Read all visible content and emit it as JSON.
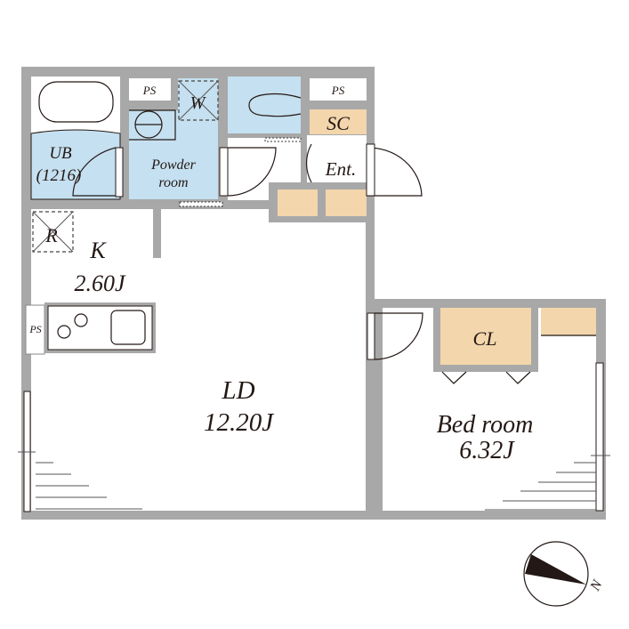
{
  "rooms": {
    "unit_bath": {
      "label": "UB",
      "size": "(1216)"
    },
    "ps_top_left": {
      "label": "PS"
    },
    "washer": {
      "label": "W"
    },
    "powder_room": {
      "line1": "Powder",
      "line2": "room"
    },
    "ps_top_right": {
      "label": "PS"
    },
    "shoe_cabinet": {
      "label": "SC"
    },
    "entrance": {
      "label": "Ent."
    },
    "refrigerator": {
      "label": "R"
    },
    "kitchen": {
      "label": "K",
      "size": "2.60J"
    },
    "ps_kitchen": {
      "label": "PS"
    },
    "living_dining": {
      "label": "LD",
      "size": "12.20J"
    },
    "closet": {
      "label": "CL"
    },
    "bedroom": {
      "label": "Bed room",
      "size": "6.32J"
    }
  },
  "compass": {
    "label": "N"
  },
  "colors": {
    "wall": "#a8a8a8",
    "wet_area": "#c5e0f0",
    "storage": "#f3d6ac"
  }
}
